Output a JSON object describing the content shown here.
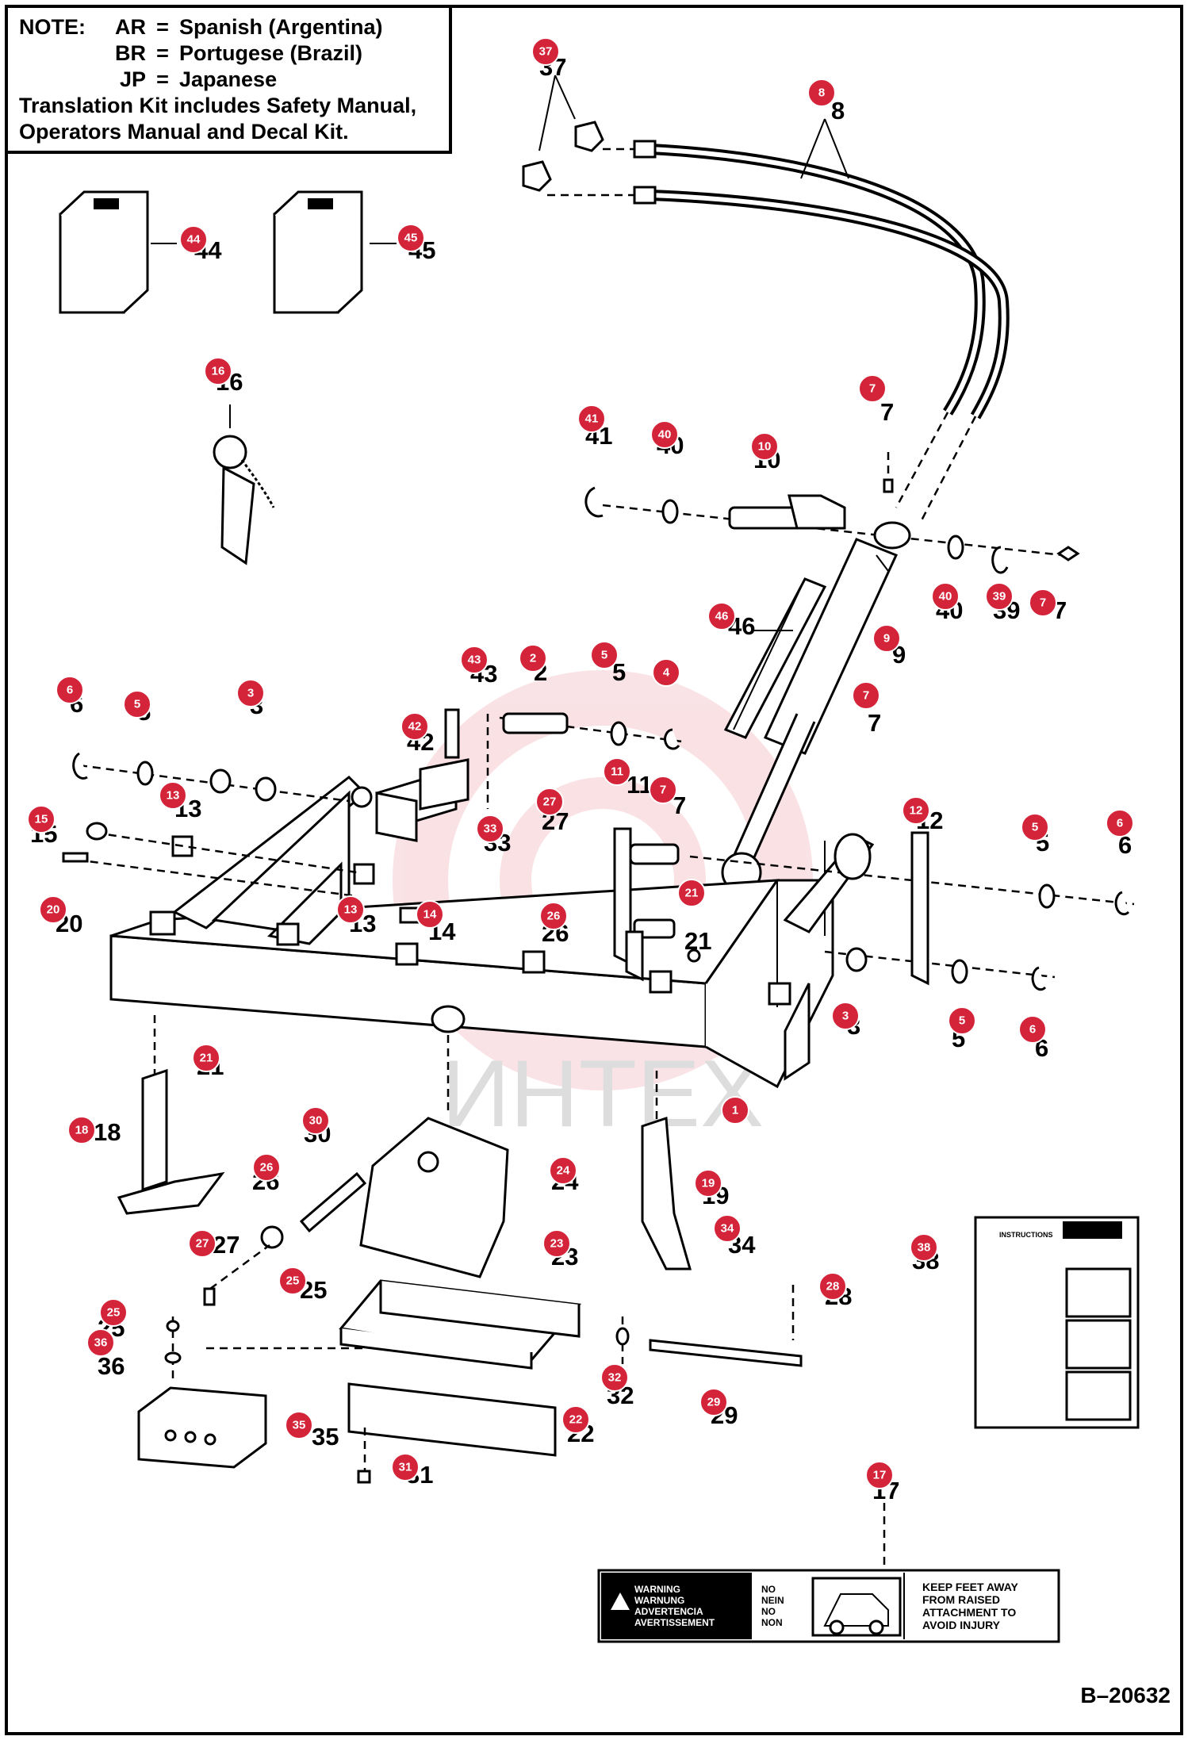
{
  "note": {
    "heading": "NOTE:",
    "languages": [
      {
        "code": "AR",
        "eq": "=",
        "name": "Spanish (Argentina)"
      },
      {
        "code": "BR",
        "eq": "=",
        "name": "Portugese (Brazil)"
      },
      {
        "code": "JP",
        "eq": "=",
        "name": "Japanese"
      }
    ],
    "kit_line_1": "Translation Kit includes Safety Manual,",
    "kit_line_2": "Operators Manual and Decal Kit."
  },
  "drawing_number": "B–20632",
  "watermark": "ИНТЕХ",
  "decal_warning": {
    "left_lines": [
      "WARNING",
      "WARNUNG",
      "ADVERTENCIA",
      "AVERTISSEMENT"
    ],
    "middle_lines": [
      "NO",
      "NEIN",
      "NO",
      "NON"
    ],
    "right_lines": [
      "KEEP FEET AWAY",
      "FROM RAISED",
      "ATTACHMENT TO",
      "AVOID INJURY"
    ]
  },
  "decal_instructions": {
    "title": "INSTRUCTIONS"
  },
  "callouts": [
    {
      "id": "37",
      "label": "37"
    },
    {
      "id": "8",
      "label": "8"
    },
    {
      "id": "44",
      "label": "44"
    },
    {
      "id": "45",
      "label": "45"
    },
    {
      "id": "16",
      "label": "16"
    },
    {
      "id": "7a",
      "label": "7"
    },
    {
      "id": "41",
      "label": "41"
    },
    {
      "id": "40a",
      "label": "40"
    },
    {
      "id": "10",
      "label": "10"
    },
    {
      "id": "40b",
      "label": "40"
    },
    {
      "id": "39",
      "label": "39"
    },
    {
      "id": "7b",
      "label": "7"
    },
    {
      "id": "46",
      "label": "46"
    },
    {
      "id": "9",
      "label": "9"
    },
    {
      "id": "43",
      "label": "43"
    },
    {
      "id": "2",
      "label": "2"
    },
    {
      "id": "5a",
      "label": "5"
    },
    {
      "id": "4",
      "label": "4"
    },
    {
      "id": "7c",
      "label": "7"
    },
    {
      "id": "6a",
      "label": "6"
    },
    {
      "id": "5b",
      "label": "5"
    },
    {
      "id": "3a",
      "label": "3"
    },
    {
      "id": "42",
      "label": "42"
    },
    {
      "id": "11",
      "label": "11"
    },
    {
      "id": "7d",
      "label": "7"
    },
    {
      "id": "13a",
      "label": "13"
    },
    {
      "id": "27a",
      "label": "27"
    },
    {
      "id": "12",
      "label": "12"
    },
    {
      "id": "5c",
      "label": "5"
    },
    {
      "id": "6b",
      "label": "6"
    },
    {
      "id": "15",
      "label": "15"
    },
    {
      "id": "33",
      "label": "33"
    },
    {
      "id": "20",
      "label": "20"
    },
    {
      "id": "13b",
      "label": "13"
    },
    {
      "id": "14",
      "label": "14"
    },
    {
      "id": "26a",
      "label": "26"
    },
    {
      "id": "21a",
      "label": "21"
    },
    {
      "id": "3b",
      "label": "3"
    },
    {
      "id": "5d",
      "label": "5"
    },
    {
      "id": "6c",
      "label": "6"
    },
    {
      "id": "21b",
      "label": "21"
    },
    {
      "id": "1",
      "label": "1"
    },
    {
      "id": "18",
      "label": "18"
    },
    {
      "id": "30",
      "label": "30"
    },
    {
      "id": "24",
      "label": "24"
    },
    {
      "id": "26b",
      "label": "26"
    },
    {
      "id": "19",
      "label": "19"
    },
    {
      "id": "34",
      "label": "34"
    },
    {
      "id": "38",
      "label": "38"
    },
    {
      "id": "27b",
      "label": "27"
    },
    {
      "id": "23",
      "label": "23"
    },
    {
      "id": "25a",
      "label": "25"
    },
    {
      "id": "28",
      "label": "28"
    },
    {
      "id": "25b",
      "label": "25"
    },
    {
      "id": "36",
      "label": "36"
    },
    {
      "id": "32",
      "label": "32"
    },
    {
      "id": "35",
      "label": "35"
    },
    {
      "id": "22",
      "label": "22"
    },
    {
      "id": "29",
      "label": "29"
    },
    {
      "id": "31",
      "label": "31"
    },
    {
      "id": "17",
      "label": "17"
    }
  ],
  "part_labels": [
    {
      "id": "p37",
      "text": "37"
    },
    {
      "id": "p8",
      "text": "8"
    },
    {
      "id": "p44",
      "text": "44"
    },
    {
      "id": "p45",
      "text": "45"
    },
    {
      "id": "p16",
      "text": "16"
    },
    {
      "id": "p7a",
      "text": "7"
    },
    {
      "id": "p41",
      "text": "41"
    },
    {
      "id": "p40a",
      "text": "40"
    },
    {
      "id": "p10",
      "text": "10"
    },
    {
      "id": "p40b",
      "text": "40"
    },
    {
      "id": "p39",
      "text": "39"
    },
    {
      "id": "p7b",
      "text": "7"
    },
    {
      "id": "p46",
      "text": "46"
    },
    {
      "id": "p9",
      "text": "9"
    },
    {
      "id": "p43",
      "text": "43"
    },
    {
      "id": "p2",
      "text": "2"
    },
    {
      "id": "p5a",
      "text": "5"
    },
    {
      "id": "p4",
      "text": "4"
    },
    {
      "id": "p7c",
      "text": "7"
    },
    {
      "id": "p6a",
      "text": "6"
    },
    {
      "id": "p5b",
      "text": "5"
    },
    {
      "id": "p3a",
      "text": "3"
    },
    {
      "id": "p42",
      "text": "42"
    },
    {
      "id": "p11",
      "text": "11"
    },
    {
      "id": "p7d",
      "text": "7"
    },
    {
      "id": "p13a",
      "text": "13"
    },
    {
      "id": "p27a",
      "text": "27"
    },
    {
      "id": "p12",
      "text": "12"
    },
    {
      "id": "p5c",
      "text": "5"
    },
    {
      "id": "p6b",
      "text": "6"
    },
    {
      "id": "p15",
      "text": "15"
    },
    {
      "id": "p33",
      "text": "33"
    },
    {
      "id": "p20",
      "text": "20"
    },
    {
      "id": "p13b",
      "text": "13"
    },
    {
      "id": "p14",
      "text": "14"
    },
    {
      "id": "p26a",
      "text": "26"
    },
    {
      "id": "p21a",
      "text": "21"
    },
    {
      "id": "p3b",
      "text": "3"
    },
    {
      "id": "p5d",
      "text": "5"
    },
    {
      "id": "p6c",
      "text": "6"
    },
    {
      "id": "p21b",
      "text": "21"
    },
    {
      "id": "p1",
      "text": "1"
    },
    {
      "id": "p18",
      "text": "18"
    },
    {
      "id": "p30",
      "text": "30"
    },
    {
      "id": "p24",
      "text": "24"
    },
    {
      "id": "p26b",
      "text": "26"
    },
    {
      "id": "p19",
      "text": "19"
    },
    {
      "id": "p34",
      "text": "34"
    },
    {
      "id": "p38",
      "text": "38"
    },
    {
      "id": "p27b",
      "text": "27"
    },
    {
      "id": "p23",
      "text": "23"
    },
    {
      "id": "p25a",
      "text": "25"
    },
    {
      "id": "p28",
      "text": "28"
    },
    {
      "id": "p25b",
      "text": "25"
    },
    {
      "id": "p36",
      "text": "36"
    },
    {
      "id": "p32",
      "text": "32"
    },
    {
      "id": "p35",
      "text": "35"
    },
    {
      "id": "p22",
      "text": "22"
    },
    {
      "id": "p29",
      "text": "29"
    },
    {
      "id": "p31",
      "text": "31"
    },
    {
      "id": "p17",
      "text": "17"
    }
  ]
}
